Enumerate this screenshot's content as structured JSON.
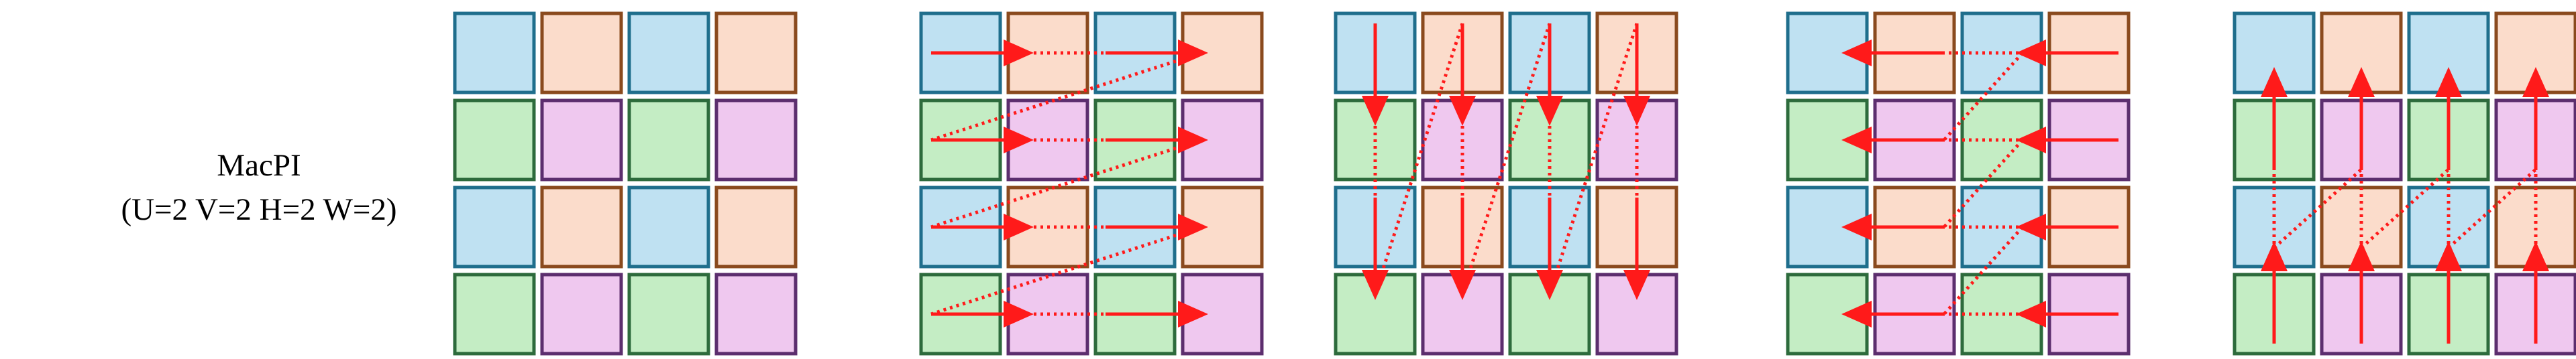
{
  "label": {
    "line1": "MacPI",
    "line2": "(U=2 V=2 H=2 W=2)"
  },
  "colors": {
    "blue": {
      "fill": "#bfe1f2",
      "stroke": "#1f6e8c"
    },
    "orange": {
      "fill": "#fbdccb",
      "stroke": "#8a4a1e"
    },
    "green": {
      "fill": "#c4edc4",
      "stroke": "#2d6b3c"
    },
    "purple": {
      "fill": "#efc8ef",
      "stroke": "#5c2e6e"
    },
    "arrow": "#ff1a1a"
  },
  "grid_pattern": [
    [
      "blue",
      "orange",
      "blue",
      "orange"
    ],
    [
      "green",
      "purple",
      "green",
      "purple"
    ],
    [
      "blue",
      "orange",
      "blue",
      "orange"
    ],
    [
      "green",
      "purple",
      "green",
      "purple"
    ]
  ],
  "panels": [
    {
      "id": "macpi",
      "scan": "none"
    },
    {
      "id": "horizontal-right",
      "scan": "right"
    },
    {
      "id": "vertical-down",
      "scan": "down"
    },
    {
      "id": "horizontal-left",
      "scan": "left"
    },
    {
      "id": "vertical-up",
      "scan": "up"
    }
  ]
}
